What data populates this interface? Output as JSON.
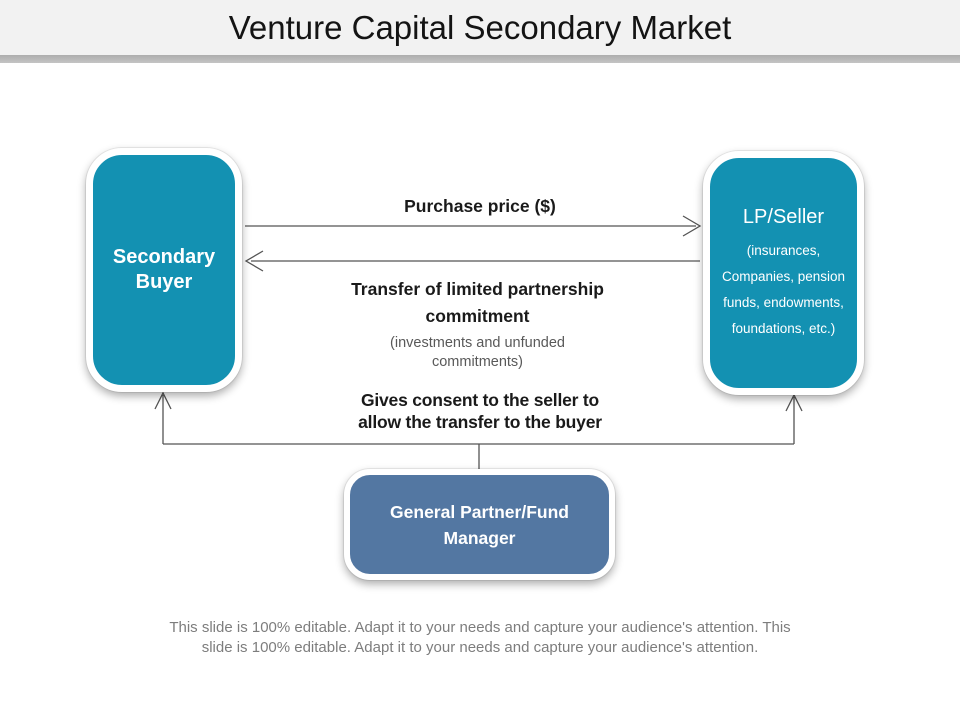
{
  "title": "Venture Capital Secondary Market",
  "colors": {
    "node_teal": "#1391b2",
    "node_blue": "#5377a2",
    "arrow_gray": "#545454",
    "header_bg": "#f2f2f2",
    "header_bar": "#b7b7b7",
    "note_gray": "#595959",
    "footer_gray": "#7d7d7d"
  },
  "nodes": {
    "secondary_buyer": {
      "lines": [
        "Secondary",
        "Buyer"
      ]
    },
    "lp_seller": {
      "title": "LP/Seller",
      "subtitle_lines": [
        "(insurances,",
        "Companies, pension",
        "funds, endowments,",
        "foundations, etc.)"
      ]
    },
    "general_partner": {
      "lines": [
        "General Partner/Fund",
        "Manager"
      ]
    }
  },
  "labels": {
    "purchase": {
      "text": "Purchase price ($)"
    },
    "transfer": {
      "lines": [
        "Transfer of limited partnership",
        "commitment"
      ]
    },
    "transfer_note": {
      "lines": [
        "(investments and unfunded",
        "commitments)"
      ]
    },
    "consent": {
      "lines": [
        "Gives consent to the seller to",
        "allow the transfer to the buyer"
      ]
    }
  },
  "arrows": {
    "purchase_price": "secondary-buyer-to-lp-seller",
    "transfer": "lp-seller-to-secondary-buyer",
    "consent": "general-partner-to-both"
  },
  "footer": {
    "lines": [
      "This slide is 100% editable. Adapt it to your needs and capture your audience's attention. This",
      "slide is 100% editable. Adapt it to your needs and capture your audience's attention."
    ]
  }
}
